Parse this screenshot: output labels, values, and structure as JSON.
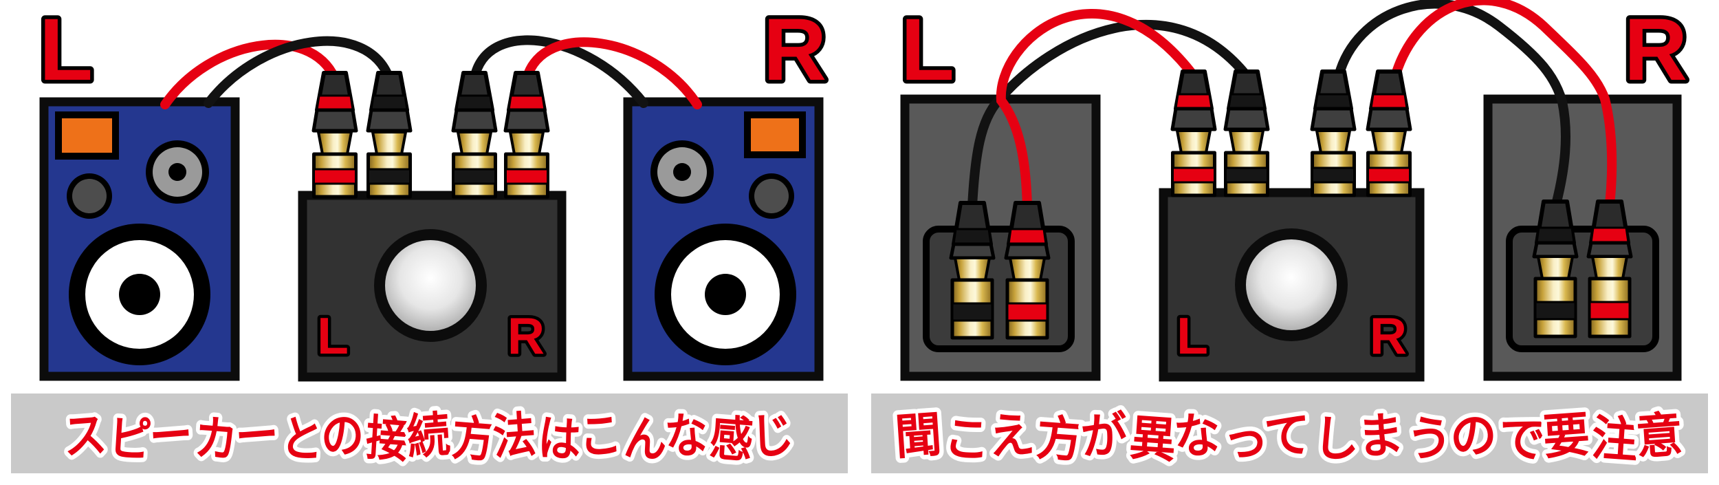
{
  "left_diagram": {
    "left_speaker_label": "L",
    "right_speaker_label": "R",
    "amp_label_left": "L",
    "amp_label_right": "R",
    "caption": "スピーカーとの接続方法はこんな感じ"
  },
  "right_diagram": {
    "left_speaker_label": "L",
    "right_speaker_label": "R",
    "amp_label_left": "L",
    "amp_label_right": "R",
    "caption": "聞こえ方が異なってしまうので要注意"
  },
  "colors": {
    "label_red": "#e60012",
    "caption_red": "#e60012",
    "caption_outline": "#ffffff",
    "caption_bar": "#c9c9c9",
    "cable_red": "#e60012",
    "cable_black": "#121212",
    "speaker_blue": "#24378f",
    "port_orange": "#ee7119",
    "amp_body": "#323232",
    "rear_box": "#595959",
    "terminal_panel": "#3b3b3b",
    "gold": "#d9b84f"
  }
}
